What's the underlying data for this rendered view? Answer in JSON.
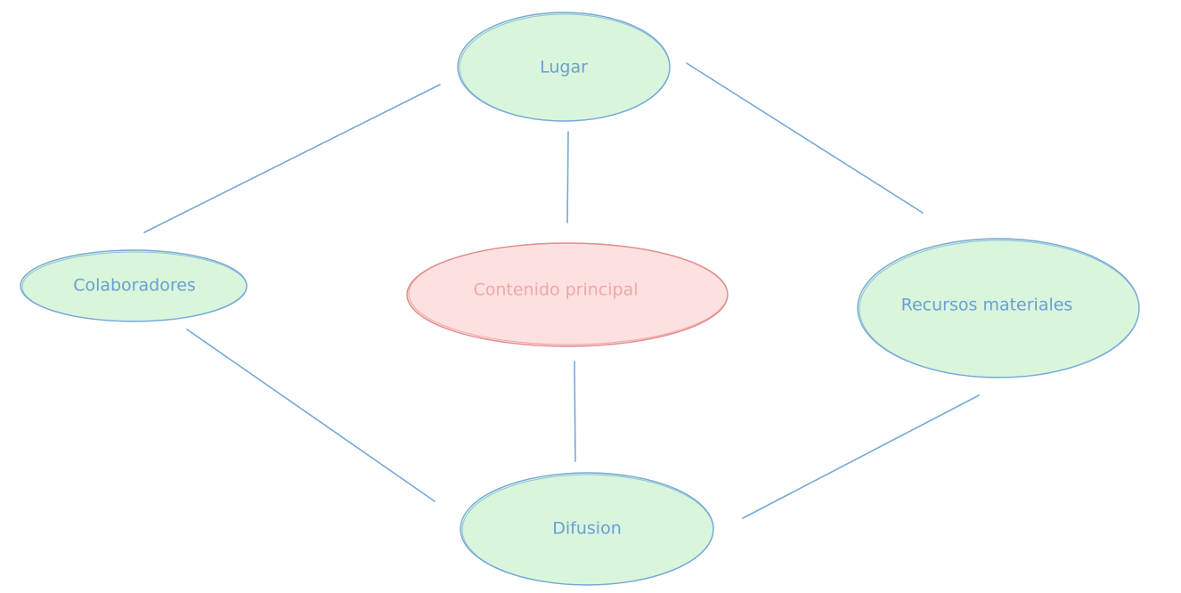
{
  "diagram": {
    "colors": {
      "stroke_blue": "#74a9d8",
      "fill_green": "#d9f5dc",
      "text_blue": "#6a9fd0",
      "stroke_red": "#e68a8a",
      "fill_red": "#fde0e0",
      "text_red": "#f0a8a8"
    },
    "nodes": {
      "lugar": {
        "label": "Lugar"
      },
      "colaboradores": {
        "label": "Colaboradores"
      },
      "contenido": {
        "label": "Contenido principal"
      },
      "recursos": {
        "label": "Recursos materiales"
      },
      "difusion": {
        "label": "Difusion"
      }
    },
    "edges": [
      {
        "from": "lugar",
        "to": "colaboradores"
      },
      {
        "from": "lugar",
        "to": "contenido"
      },
      {
        "from": "lugar",
        "to": "recursos"
      },
      {
        "from": "colaboradores",
        "to": "difusion"
      },
      {
        "from": "contenido",
        "to": "difusion"
      },
      {
        "from": "recursos",
        "to": "difusion"
      }
    ]
  }
}
